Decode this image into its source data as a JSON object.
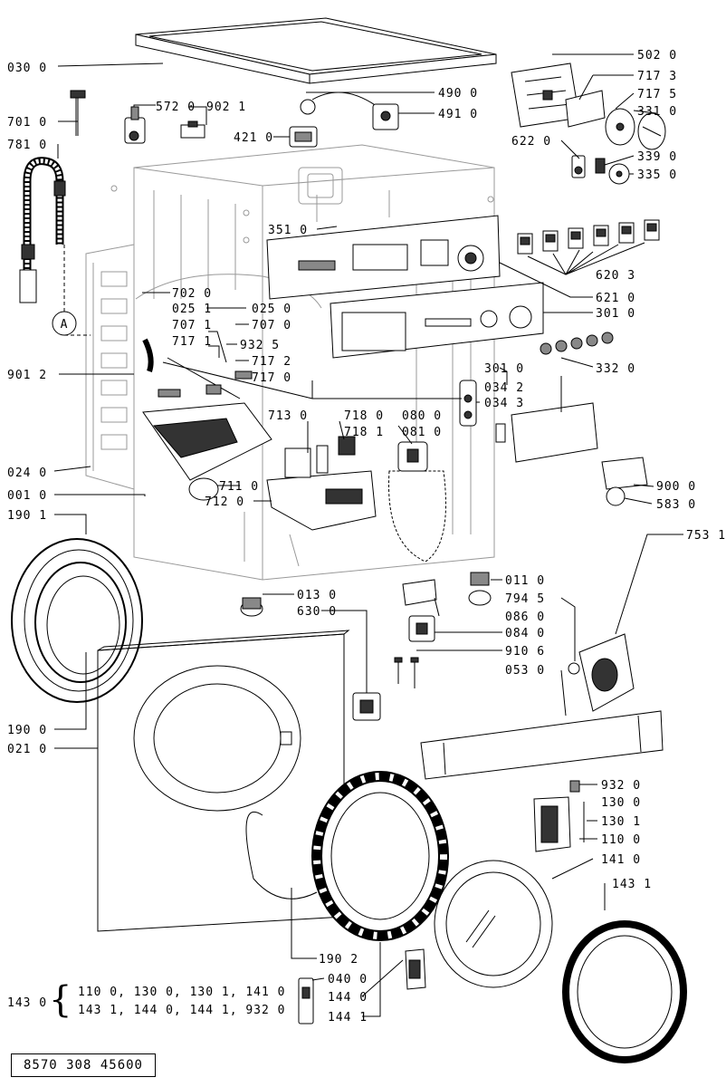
{
  "document_ref": "8570 308 45600",
  "kit": {
    "code": "143 0",
    "line1": "110 0, 130 0, 130 1, 141 0",
    "line2": "143 1, 144 0, 144 1, 932 0"
  },
  "callouts": [
    {
      "id": "c0300",
      "text": "030 0"
    },
    {
      "id": "c7010",
      "text": "701 0"
    },
    {
      "id": "c7810",
      "text": "781 0"
    },
    {
      "id": "c5720",
      "text": "572 0"
    },
    {
      "id": "c9021",
      "text": "902 1"
    },
    {
      "id": "c4900",
      "text": "490 0"
    },
    {
      "id": "c4910",
      "text": "491 0"
    },
    {
      "id": "c4210",
      "text": "421 0"
    },
    {
      "id": "c5020",
      "text": "502 0"
    },
    {
      "id": "c7173",
      "text": "717 3"
    },
    {
      "id": "c7175",
      "text": "717 5"
    },
    {
      "id": "c3310",
      "text": "331 0"
    },
    {
      "id": "c6220",
      "text": "622 0"
    },
    {
      "id": "c3390",
      "text": "339 0"
    },
    {
      "id": "c3350",
      "text": "335 0"
    },
    {
      "id": "c3510",
      "text": "351 0"
    },
    {
      "id": "c6203",
      "text": "620 3"
    },
    {
      "id": "c6210",
      "text": "621 0"
    },
    {
      "id": "c3010a",
      "text": "301 0"
    },
    {
      "id": "c7020",
      "text": "702 0"
    },
    {
      "id": "c0251a",
      "text": "025 1"
    },
    {
      "id": "c0250",
      "text": "025 0"
    },
    {
      "id": "c7071",
      "text": "707 1"
    },
    {
      "id": "c7070",
      "text": "707 0"
    },
    {
      "id": "c7171",
      "text": "717 1"
    },
    {
      "id": "c9325",
      "text": "932 5"
    },
    {
      "id": "c9012",
      "text": "901 2"
    },
    {
      "id": "c7172",
      "text": "717 2"
    },
    {
      "id": "c7170",
      "text": "717 0"
    },
    {
      "id": "c3010b",
      "text": "301 0"
    },
    {
      "id": "c3320",
      "text": "332 0"
    },
    {
      "id": "c0342",
      "text": "034 2"
    },
    {
      "id": "c0343",
      "text": "034 3"
    },
    {
      "id": "c7130",
      "text": "713 0"
    },
    {
      "id": "c7180",
      "text": "718 0"
    },
    {
      "id": "c7181",
      "text": "718 1"
    },
    {
      "id": "c0800",
      "text": "080 0"
    },
    {
      "id": "c0810",
      "text": "081 0"
    },
    {
      "id": "c0240",
      "text": "024 0"
    },
    {
      "id": "c7110",
      "text": "711 0"
    },
    {
      "id": "c0010",
      "text": "001 0"
    },
    {
      "id": "c7120",
      "text": "712 0"
    },
    {
      "id": "c9000",
      "text": "900 0"
    },
    {
      "id": "c5830",
      "text": "583 0"
    },
    {
      "id": "c1901",
      "text": "190 1"
    },
    {
      "id": "c7531",
      "text": "753 1"
    },
    {
      "id": "c0110",
      "text": "011 0"
    },
    {
      "id": "c0130",
      "text": "013 0"
    },
    {
      "id": "c7945",
      "text": "794 5"
    },
    {
      "id": "c6300",
      "text": "630 0"
    },
    {
      "id": "c0860",
      "text": "086 0"
    },
    {
      "id": "c0840",
      "text": "084 0"
    },
    {
      "id": "c9106",
      "text": "910 6"
    },
    {
      "id": "c0530",
      "text": "053 0"
    },
    {
      "id": "c1900",
      "text": "190 0"
    },
    {
      "id": "c0210",
      "text": "021 0"
    },
    {
      "id": "c9320",
      "text": "932 0"
    },
    {
      "id": "c1300",
      "text": "130 0"
    },
    {
      "id": "c1301",
      "text": "130 1"
    },
    {
      "id": "c1100",
      "text": "110 0"
    },
    {
      "id": "c1410",
      "text": "141 0"
    },
    {
      "id": "c1431",
      "text": "143 1"
    },
    {
      "id": "c1902",
      "text": "190 2"
    },
    {
      "id": "c0400",
      "text": "040 0"
    },
    {
      "id": "c1440",
      "text": "144 0"
    },
    {
      "id": "c1441",
      "text": "144 1"
    }
  ],
  "markers": {
    "a": "A"
  }
}
